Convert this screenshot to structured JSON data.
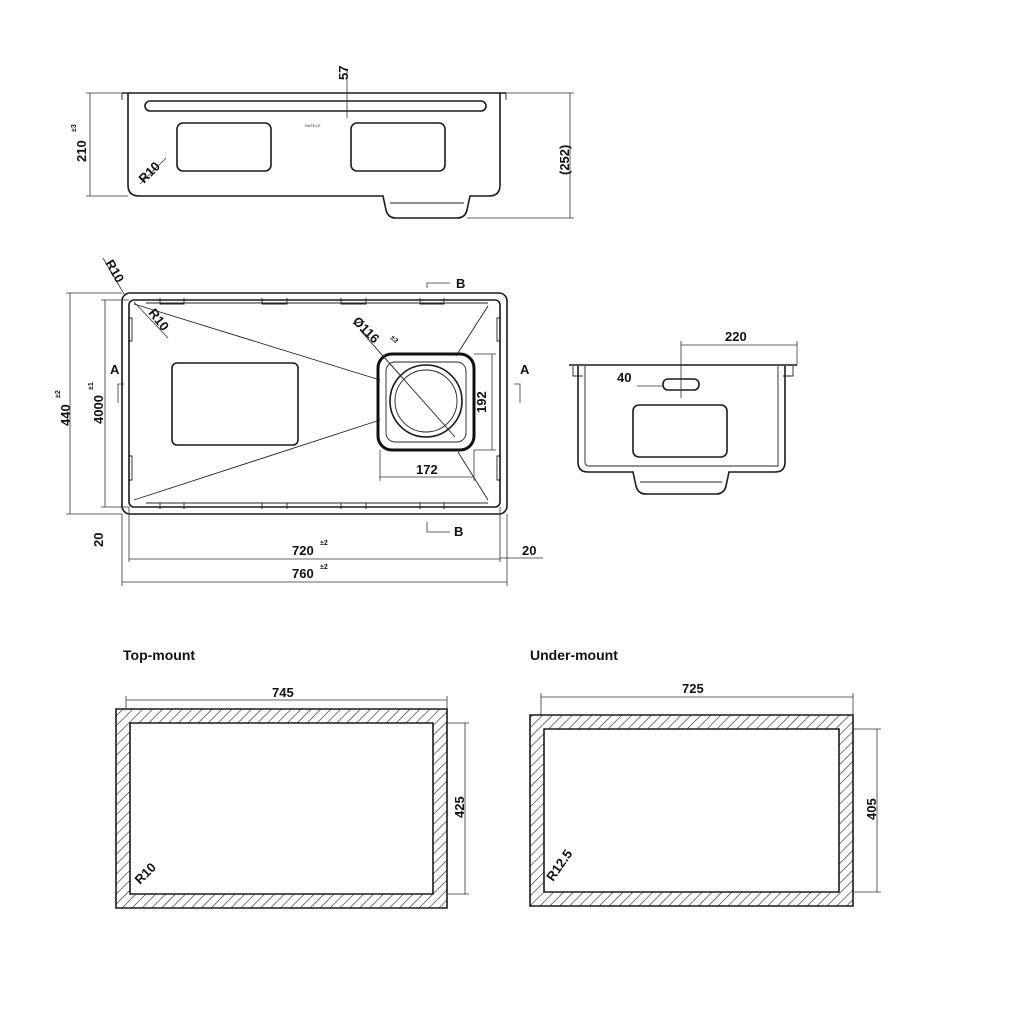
{
  "front_view": {
    "brand": "HAFELE",
    "dim_top": "57",
    "dim_height": "210",
    "dim_height_tol": "±3",
    "dim_total": "(252)",
    "radius": "R10"
  },
  "plan_view": {
    "radius_outer": "R10",
    "radius_inner": "R10",
    "drain_dia": "Ø116",
    "drain_dia_tol": "±3",
    "section_b_top": "B",
    "section_b_bottom": "B",
    "section_a_left": "A",
    "section_a_right": "A",
    "dim_width_outer": "440",
    "dim_width_outer_tol": "±2",
    "dim_width_inner": "4000",
    "dim_width_inner_tol": "±1",
    "dim_drain_h": "192",
    "dim_drain_w": "172",
    "dim_margin_left": "20",
    "dim_margin_right": "20",
    "dim_inner_len": "720",
    "dim_inner_len_tol": "±2",
    "dim_outer_len": "760",
    "dim_outer_len_tol": "±2"
  },
  "section_view": {
    "dim_width": "220",
    "dim_slot": "40"
  },
  "top_mount": {
    "title": "Top-mount",
    "dim_w": "745",
    "dim_h": "425",
    "radius": "R10"
  },
  "under_mount": {
    "title": "Under-mount",
    "dim_w": "725",
    "dim_h": "405",
    "radius": "R12.5"
  }
}
